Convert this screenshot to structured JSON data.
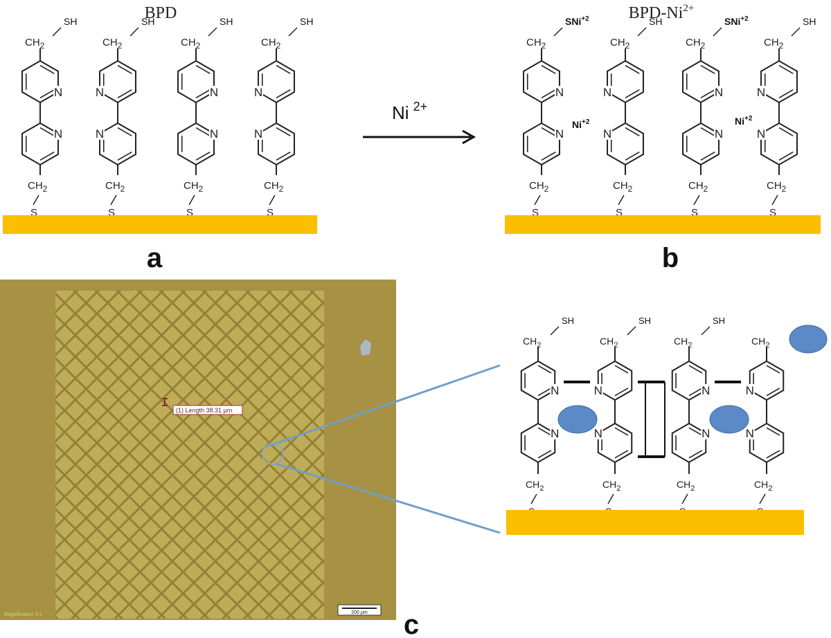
{
  "panel_a": {
    "title": "BPD",
    "letter": "a",
    "thiol_label": "SH",
    "ch2_label": "CH",
    "ch2_sub": "2",
    "s_label": "S",
    "n_label": "N"
  },
  "arrow": {
    "label_base": "Ni",
    "label_sup": "2+"
  },
  "panel_b": {
    "title_base": "BPD-Ni",
    "title_sup": "2+",
    "letter": "b",
    "sni_label": "SNi",
    "sni_sup": "+2",
    "ni_label": "Ni",
    "ni_sup": "+2",
    "thiol_label": "SH"
  },
  "panel_c": {
    "letter": "c",
    "measure_label": "(1)  Length 38.31 µm",
    "scalebar_label": "200 µm",
    "magnification_label": "Magnification: 5 x",
    "thiol_label": "SH"
  },
  "colors": {
    "substrate": "#fbbf00",
    "micrograph": "#a08d41",
    "ni_ion": "#5b8ac6",
    "callout_line": "#6f9fc8"
  }
}
